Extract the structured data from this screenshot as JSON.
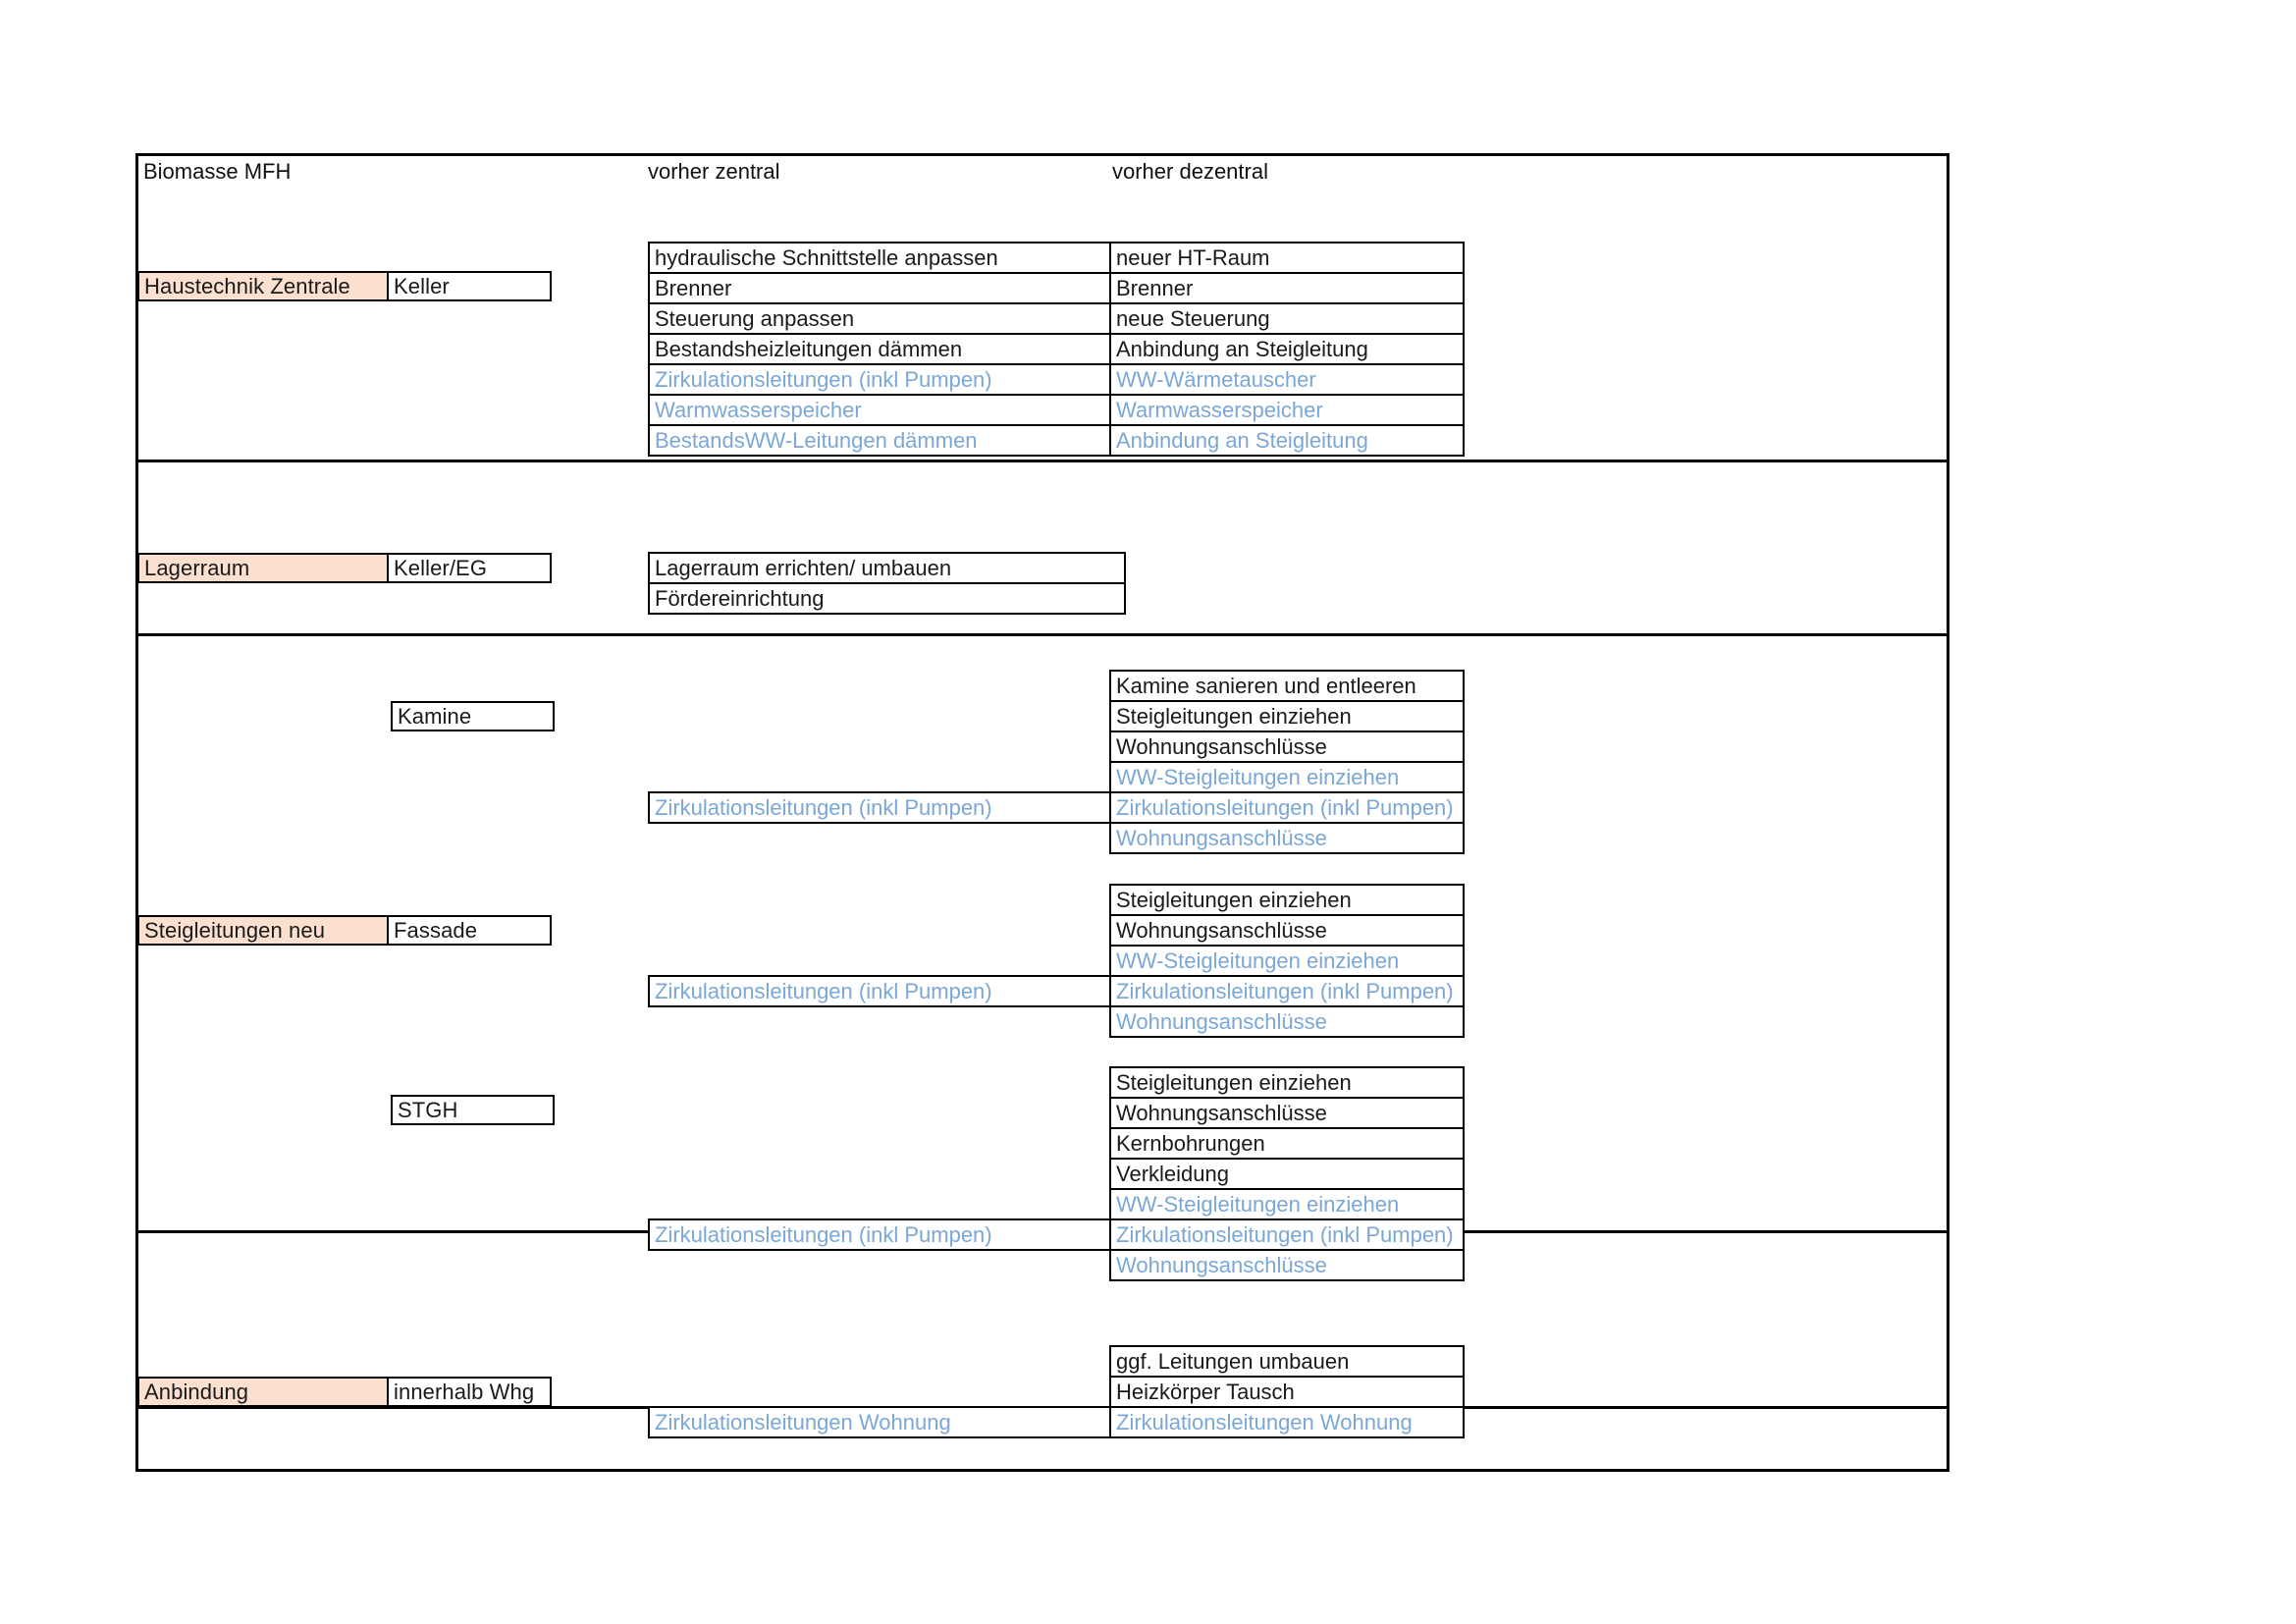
{
  "document": {
    "title": "Biomasse MFH",
    "columns": {
      "zentral": "vorher zentral",
      "dezentral": "vorher dezentral"
    },
    "colors": {
      "category_highlight": "#fbe0d0",
      "secondary_text": "#7ba7d7",
      "primary_text": "#1a1a1a",
      "border": "#000000"
    }
  },
  "blocks": [
    {
      "id": "haustechnik-zentrale",
      "category": "Haustechnik Zentrale",
      "location": "Keller",
      "rows": [
        {
          "zentral": "hydraulische Schnittstelle anpassen",
          "dezentral": "neuer HT-Raum",
          "variant": "primary"
        },
        {
          "zentral": "Brenner",
          "dezentral": "Brenner",
          "variant": "primary"
        },
        {
          "zentral": "Steuerung anpassen",
          "dezentral": "neue Steuerung",
          "variant": "primary"
        },
        {
          "zentral": "Bestandsheizleitungen dämmen",
          "dezentral": "Anbindung an Steigleitung",
          "variant": "primary"
        },
        {
          "zentral": "Zirkulationsleitungen (inkl Pumpen)",
          "dezentral": "WW-Wärmetauscher",
          "variant": "secondary"
        },
        {
          "zentral": "Warmwasserspeicher",
          "dezentral": "Warmwasserspeicher",
          "variant": "secondary"
        },
        {
          "zentral": "BestandsWW-Leitungen dämmen",
          "dezentral": "Anbindung an Steigleitung",
          "variant": "secondary"
        }
      ]
    },
    {
      "id": "lagerraum",
      "category": "Lagerraum",
      "location": "Keller/EG",
      "rows": [
        {
          "zentral": "Lagerraum errichten/ umbauen",
          "dezentral": null,
          "variant": "primary"
        },
        {
          "zentral": "Fördereinrichtung",
          "dezentral": null,
          "variant": "primary"
        }
      ]
    },
    {
      "id": "kamine",
      "category": null,
      "location": "Kamine",
      "rows": [
        {
          "zentral": null,
          "dezentral": "Kamine sanieren und entleeren",
          "variant": "primary"
        },
        {
          "zentral": null,
          "dezentral": "Steigleitungen einziehen",
          "variant": "primary"
        },
        {
          "zentral": null,
          "dezentral": "Wohnungsanschlüsse",
          "variant": "primary"
        },
        {
          "zentral": null,
          "dezentral": "WW-Steigleitungen einziehen",
          "variant": "secondary"
        },
        {
          "zentral": "Zirkulationsleitungen (inkl Pumpen)",
          "dezentral": "Zirkulationsleitungen (inkl Pumpen)",
          "variant": "secondary"
        },
        {
          "zentral": null,
          "dezentral": "Wohnungsanschlüsse",
          "variant": "secondary"
        }
      ]
    },
    {
      "id": "steigleitungen-neu-fassade",
      "category": "Steigleitungen neu",
      "location": "Fassade",
      "rows": [
        {
          "zentral": null,
          "dezentral": "Steigleitungen einziehen",
          "variant": "primary"
        },
        {
          "zentral": null,
          "dezentral": "Wohnungsanschlüsse",
          "variant": "primary"
        },
        {
          "zentral": null,
          "dezentral": "WW-Steigleitungen einziehen",
          "variant": "secondary"
        },
        {
          "zentral": "Zirkulationsleitungen (inkl Pumpen)",
          "dezentral": "Zirkulationsleitungen (inkl Pumpen)",
          "variant": "secondary"
        },
        {
          "zentral": null,
          "dezentral": "Wohnungsanschlüsse",
          "variant": "secondary"
        }
      ]
    },
    {
      "id": "stgh",
      "category": null,
      "location": "STGH",
      "rows": [
        {
          "zentral": null,
          "dezentral": "Steigleitungen einziehen",
          "variant": "primary"
        },
        {
          "zentral": null,
          "dezentral": "Wohnungsanschlüsse",
          "variant": "primary"
        },
        {
          "zentral": null,
          "dezentral": "Kernbohrungen",
          "variant": "primary"
        },
        {
          "zentral": null,
          "dezentral": "Verkleidung",
          "variant": "primary"
        },
        {
          "zentral": null,
          "dezentral": "WW-Steigleitungen einziehen",
          "variant": "secondary"
        },
        {
          "zentral": "Zirkulationsleitungen (inkl Pumpen)",
          "dezentral": "Zirkulationsleitungen (inkl Pumpen)",
          "variant": "secondary"
        },
        {
          "zentral": null,
          "dezentral": "Wohnungsanschlüsse",
          "variant": "secondary"
        }
      ]
    },
    {
      "id": "anbindung",
      "category": "Anbindung",
      "location": "innerhalb Whg",
      "rows": [
        {
          "zentral": null,
          "dezentral": "ggf. Leitungen umbauen",
          "variant": "primary"
        },
        {
          "zentral": null,
          "dezentral": "Heizkörper Tausch",
          "variant": "primary"
        },
        {
          "zentral": "Zirkulationsleitungen Wohnung",
          "dezentral": "Zirkulationsleitungen Wohnung",
          "variant": "secondary"
        }
      ]
    }
  ]
}
